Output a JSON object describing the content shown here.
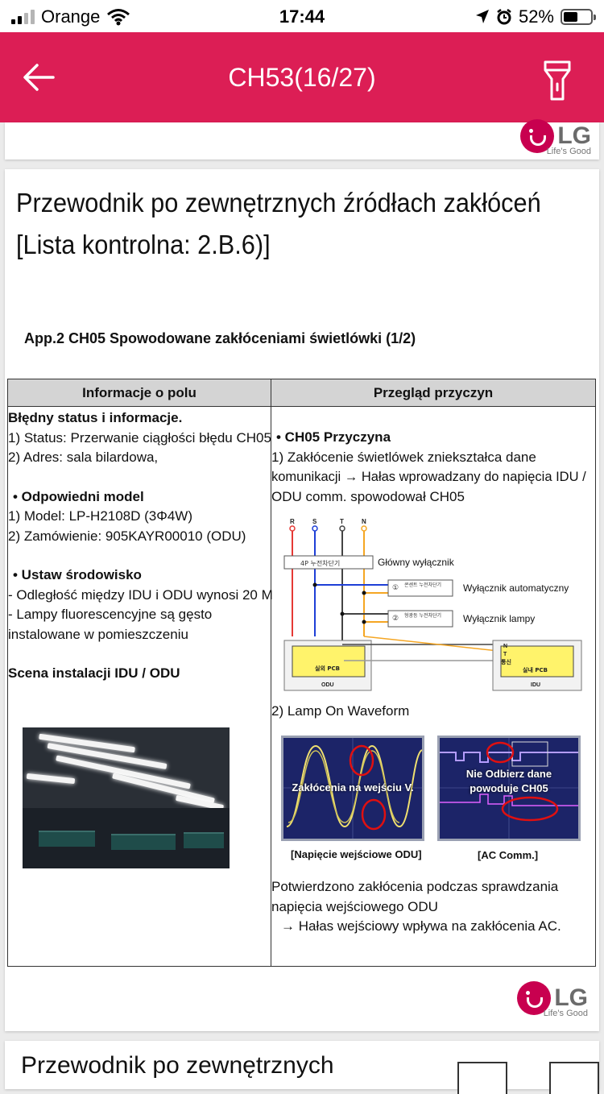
{
  "status_bar": {
    "carrier": "Orange",
    "time": "17:44",
    "battery": "52%"
  },
  "app_bar": {
    "title": "CH53(16/27)"
  },
  "logo": {
    "word": "LG",
    "tagline": "Life's Good"
  },
  "slide": {
    "heading_line1": "Przewodnik po zewnętrznych źródłach zakłóceń",
    "heading_line2": "[Lista kontrolna: 2.B.6)]",
    "subheading": "App.2 CH05 Spowodowane zakłóceniami świetlówki (1/2)",
    "table": {
      "col1_header": "Informacje o polu",
      "col2_header": "Przegląd przyczyn",
      "left": {
        "status_title": "Błędny status i informacje.",
        "status_line1": "1) Status: Przerwanie ciągłości błędu CH05",
        "status_line2": "2) Adres: sala bilardowa,",
        "model_title": "•  Odpowiedni model",
        "model_line1": "1) Model: LP-H2108D (3Φ4W)",
        "model_line2": "2) Zamówienie: 905KAYR00010 (ODU)",
        "env_title": "•  Ustaw środowisko",
        "env_line1": "- Odległość między IDU i ODU wynosi 20 M",
        "env_line2": "- Lampy fluorescencyjne są gęsto",
        "env_line3": "instalowane w pomieszczeniu",
        "scene_title": "Scena instalacji IDU / ODU"
      },
      "right": {
        "cause_title": "•  CH05 Przyczyna",
        "cause_line1": "1) Zakłócenie świetlówek zniekształca dane",
        "cause_line2": "komunikacji → Hałas wprowadzany do napięcia IDU /",
        "cause_line3": "ODU comm. spowodował CH05",
        "diagram": {
          "phases": [
            "R",
            "S",
            "T",
            "N"
          ],
          "main_switch_box": "4P 누전차단기",
          "main_switch": "Główny wyłącznik",
          "auto_box_num": "①",
          "auto_box": "콘센트 누전차단기",
          "auto_switch": "Wyłącznik automatyczny",
          "lamp_box_num": "②",
          "lamp_box": "형광등 누전차단기",
          "lamp_switch": "Wyłącznik lampy",
          "odu_pcb": "실외 PCB",
          "odu_label": "ODU",
          "idu_pcb": "실내 PCB",
          "idu_label": "IDU",
          "terminals": [
            "N",
            "T",
            "통신"
          ]
        },
        "waveform_title": "2) Lamp On Waveform",
        "scope1_label": "Zakłócenia na wejściu V.",
        "scope1_caption": "[Napięcie wejściowe ODU]",
        "scope2_label1": "Nie Odbierz dane",
        "scope2_label2": "powoduje CH05",
        "scope2_caption": "[AC Comm.]",
        "conclusion_line1": "Potwierdzono zakłócenia podczas sprawdzania",
        "conclusion_line2": "napięcia wejściowego ODU",
        "conclusion_line3": "→ Hałas wejściowy wpływa na zakłócenia AC."
      }
    }
  },
  "next_slide": {
    "heading_partial": "Przewodnik po zewnętrznych"
  },
  "colors": {
    "app_bar": "#dc1e55",
    "lg_red": "#c8004f",
    "wire_red": "#e53935",
    "wire_blue": "#1e3fd6",
    "wire_orange": "#f5a623",
    "pcb_yellow": "#fff36b"
  },
  "icons": [
    "signal-icon",
    "wifi-icon",
    "location-icon",
    "alarm-icon",
    "battery-icon",
    "back-arrow-icon",
    "flashlight-icon",
    "lg-logo-icon"
  ]
}
